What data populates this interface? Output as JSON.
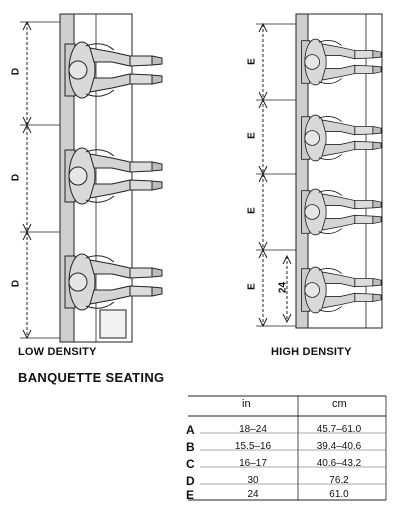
{
  "captions": {
    "low_density": "LOW DENSITY",
    "high_density": "HIGH DENSITY",
    "title": "BANQUETTE SEATING"
  },
  "dimension_labels": {
    "low": [
      "D",
      "D",
      "D"
    ],
    "high": [
      "E",
      "E",
      "E",
      "E"
    ],
    "depth": "24"
  },
  "table": {
    "headers": {
      "in": "in",
      "cm": "cm"
    },
    "rows": [
      {
        "letter": "A",
        "in": "18–24",
        "cm": "45.7–61.0"
      },
      {
        "letter": "B",
        "in": "15.5–16",
        "cm": "39.4–40.6"
      },
      {
        "letter": "C",
        "in": "16–17",
        "cm": "40.6–43.2"
      },
      {
        "letter": "D",
        "in": "30",
        "cm": "76.2"
      },
      {
        "letter": "E",
        "in": "24",
        "cm": "61.0"
      }
    ]
  },
  "colors": {
    "figure_fill": "#d9d9d9",
    "line": "#222222"
  }
}
